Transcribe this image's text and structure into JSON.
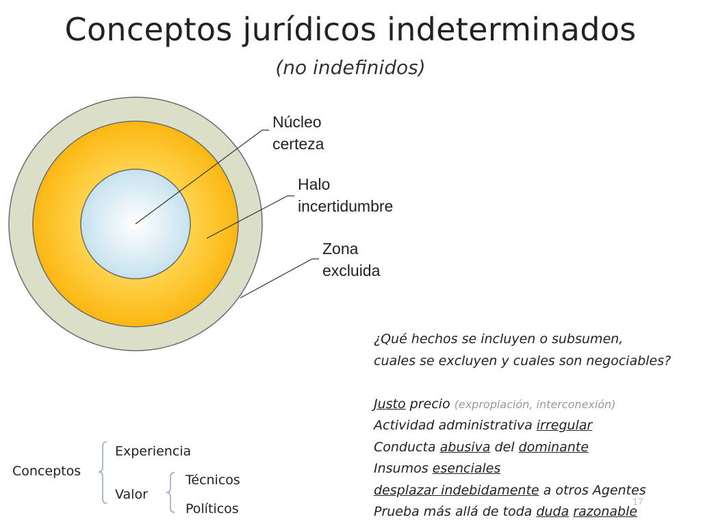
{
  "title": "Conceptos jurídicos indeterminados",
  "subtitle": "(no indefinidos)",
  "diagram": {
    "labels": {
      "nucleo": [
        "Núcleo",
        "certeza"
      ],
      "halo": [
        "Halo",
        "incertidumbre"
      ],
      "zona": [
        "Zona",
        "excluida"
      ]
    },
    "colors": {
      "outer": "#dcdfc8",
      "middle": "#fbb712",
      "inner": "#c6e2ee"
    }
  },
  "questions": {
    "line1": "¿Qué hechos se incluyen o subsumen,",
    "line2": "cuales se excluyen y cuales son negociables?",
    "examples": [
      {
        "parts": [
          {
            "t": "Justo",
            "u": true
          },
          {
            "t": " precio "
          },
          {
            "t": "(expropiación, interconexión)",
            "note": true
          }
        ]
      },
      {
        "parts": [
          {
            "t": "Actividad administrativa "
          },
          {
            "t": "irregular",
            "u": true
          }
        ]
      },
      {
        "parts": [
          {
            "t": "Conducta "
          },
          {
            "t": "abusiva",
            "u": true
          },
          {
            "t": " del "
          },
          {
            "t": "dominante",
            "u": true
          }
        ]
      },
      {
        "parts": [
          {
            "t": "Insumos "
          },
          {
            "t": "esenciales",
            "u": true
          }
        ]
      },
      {
        "parts": [
          {
            "t": "desplazar indebidamente",
            "u": true
          },
          {
            "t": " a otros Agentes"
          }
        ]
      },
      {
        "parts": [
          {
            "t": "Prueba más allá de toda "
          },
          {
            "t": "duda",
            "u": true
          },
          {
            "t": " "
          },
          {
            "t": "razonable",
            "u": true
          }
        ]
      }
    ]
  },
  "tree": {
    "root": "Conceptos",
    "branch1": "Experiencia",
    "branch2": "Valor",
    "leaf1": "Técnicos",
    "leaf2": "Políticos"
  },
  "slide_number": "17"
}
